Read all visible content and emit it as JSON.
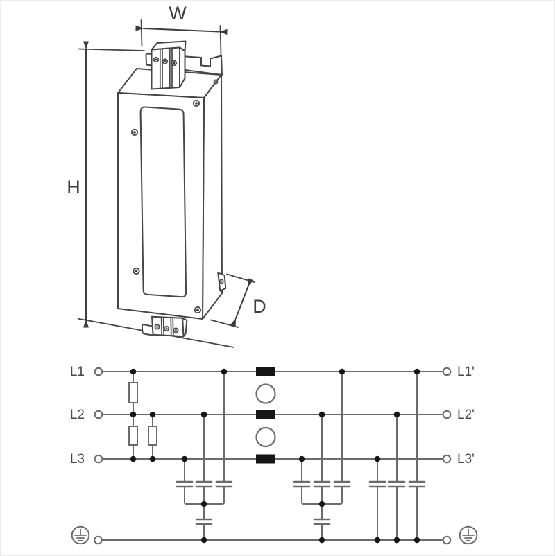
{
  "dimensions": {
    "width_label": "W",
    "height_label": "H",
    "depth_label": "D"
  },
  "schematic": {
    "input_labels": [
      "L1",
      "L2",
      "L3"
    ],
    "output_labels": [
      "L1'",
      "L2'",
      "L3'"
    ],
    "ground_icons": [
      "protective-earth-icon-left",
      "protective-earth-icon-right"
    ]
  },
  "colors": {
    "background": "#ffffff",
    "drawing_stroke": "#454545",
    "schematic_stroke": "#6b6b6b",
    "component_fill": "#161616",
    "label_text": "#3d3d3d",
    "frame_border": "#ececec"
  }
}
